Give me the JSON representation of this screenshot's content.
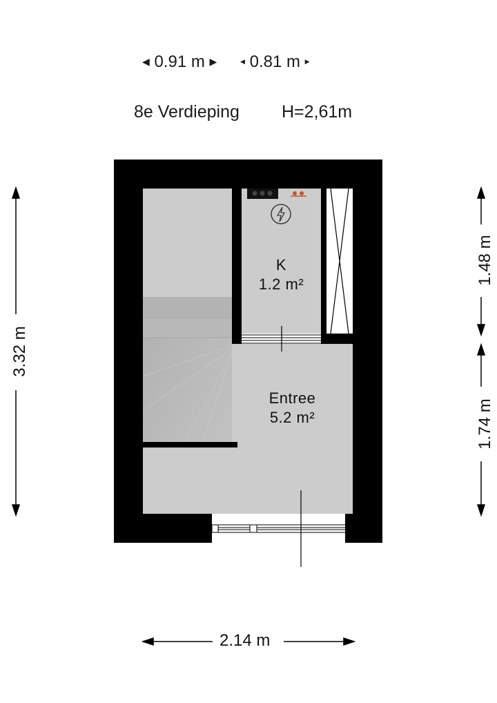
{
  "header": {
    "top_dimensions": [
      {
        "label": "0.91 m"
      },
      {
        "label": "0.81 m"
      }
    ],
    "floor_name": "8e Verdieping",
    "ceiling_height": "H=2,61m"
  },
  "rooms": [
    {
      "name": "K",
      "area": "1.2 m²"
    },
    {
      "name": "Entree",
      "area": "5.2 m²"
    }
  ],
  "dimensions": {
    "left_total": "3.32 m",
    "right_upper": "1.48 m",
    "right_lower": "1.74 m",
    "bottom_width": "2.14 m"
  },
  "fixtures": {
    "meter_cabinet_icon": "electric-meter-icon",
    "heating_pipes_icon": "heating-pipes-icon",
    "shaft_icon": "shaft-void-icon"
  },
  "colors": {
    "wall": "#000000",
    "floor": "#cccccc",
    "stair": "#b5b5b5",
    "pipes": "#c0552f",
    "background": "#ffffff"
  }
}
